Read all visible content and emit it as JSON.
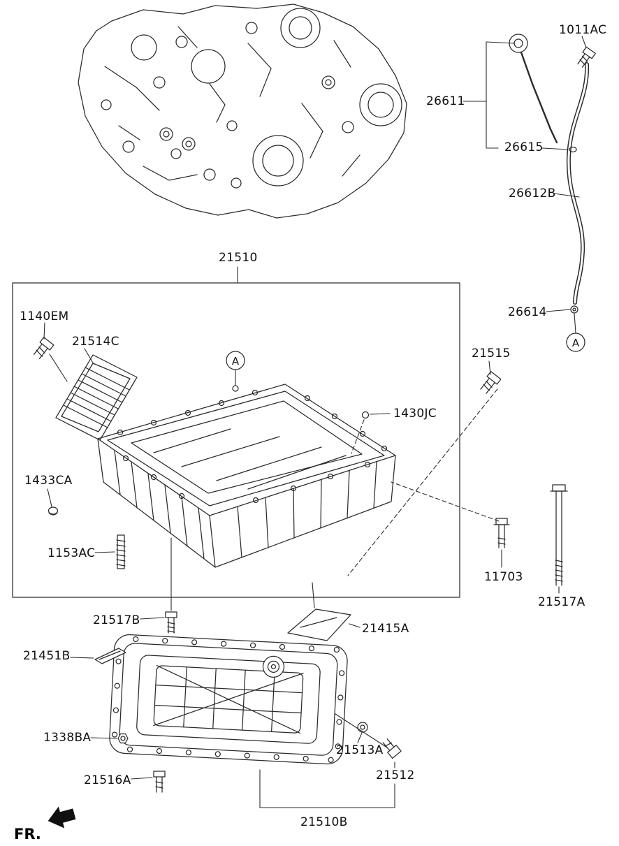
{
  "colors": {
    "background": "#ffffff",
    "line": "#2b2b2b",
    "text": "#111111",
    "arrow": "#111111"
  },
  "footer": {
    "fr_label": "FR."
  },
  "markers": [
    {
      "text": "A"
    },
    {
      "text": "A"
    }
  ],
  "labels": [
    {
      "part": "1011AC",
      "text": "1011AC"
    },
    {
      "part": "26611",
      "text": "26611"
    },
    {
      "part": "26615",
      "text": "26615"
    },
    {
      "part": "26612B",
      "text": "26612B"
    },
    {
      "part": "21510",
      "text": "21510"
    },
    {
      "part": "26614",
      "text": "26614"
    },
    {
      "part": "1140EM",
      "text": "1140EM"
    },
    {
      "part": "21514C",
      "text": "21514C"
    },
    {
      "part": "21515",
      "text": "21515"
    },
    {
      "part": "1430JC",
      "text": "1430JC"
    },
    {
      "part": "1433CA",
      "text": "1433CA"
    },
    {
      "part": "1153AC",
      "text": "1153AC"
    },
    {
      "part": "11703",
      "text": "11703"
    },
    {
      "part": "21517A",
      "text": "21517A"
    },
    {
      "part": "21517B",
      "text": "21517B"
    },
    {
      "part": "21415A",
      "text": "21415A"
    },
    {
      "part": "21451B",
      "text": "21451B"
    },
    {
      "part": "1338BA",
      "text": "1338BA"
    },
    {
      "part": "21513A",
      "text": "21513A"
    },
    {
      "part": "21516A",
      "text": "21516A"
    },
    {
      "part": "21512",
      "text": "21512"
    },
    {
      "part": "21510B",
      "text": "21510B"
    }
  ]
}
